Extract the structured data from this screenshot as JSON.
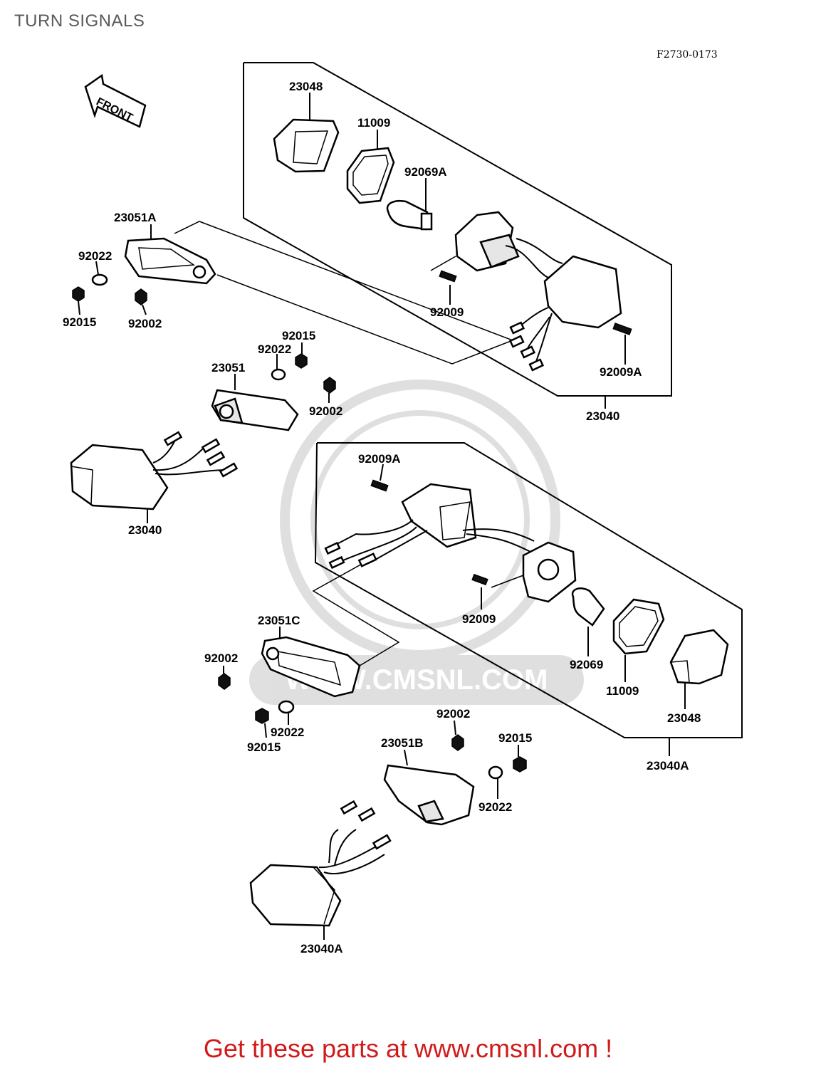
{
  "page": {
    "title": "TURN SIGNALS"
  },
  "diagram": {
    "code": "F2730-0173",
    "front_label": "FRONT",
    "labels": {
      "u1_23048": "23048",
      "u1_11009": "11009",
      "u1_92069A": "92069A",
      "u1_92009": "92009",
      "u1_92009A": "92009A",
      "u1_23040": "23040",
      "a_23051A": "23051A",
      "a_92022": "92022",
      "a_92015": "92015",
      "a_92002": "92002",
      "b_92015": "92015",
      "b_92022": "92022",
      "b_23051": "23051",
      "b_92002": "92002",
      "l_23040": "23040",
      "u2_92009A": "92009A",
      "u2_92009": "92009",
      "u2_92069": "92069",
      "u2_11009": "11009",
      "u2_23048": "23048",
      "u2_23040A": "23040A",
      "c_23051C": "23051C",
      "c_92002": "92002",
      "c_92022": "92022",
      "c_92015": "92015",
      "d_92002": "92002",
      "d_23051B": "23051B",
      "d_92015": "92015",
      "d_92022": "92022",
      "r_23040A": "23040A"
    },
    "watermark": "WWW.CMSNL.COM"
  },
  "footer": {
    "text": "Get these parts at www.cmsnl.com !"
  }
}
